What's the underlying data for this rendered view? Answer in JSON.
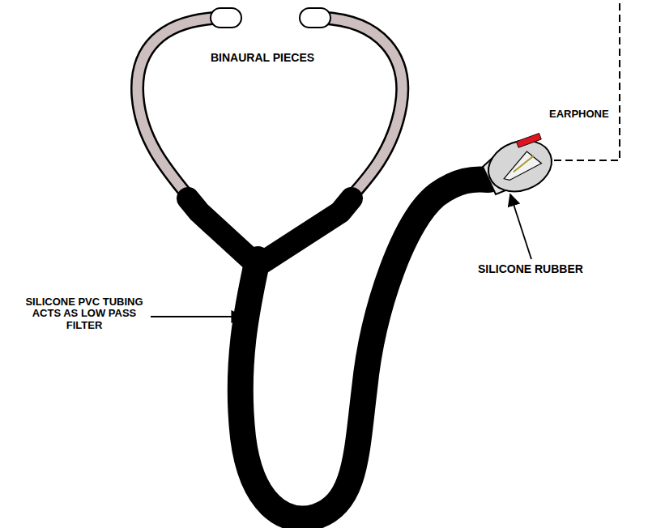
{
  "diagram": {
    "labels": [
      "BINAURAL PIECES",
      "EARPHONE",
      "SILICONE RUBBER",
      "SILICONE PVC TUBING ACTS AS LOW PASS FILTER"
    ]
  }
}
